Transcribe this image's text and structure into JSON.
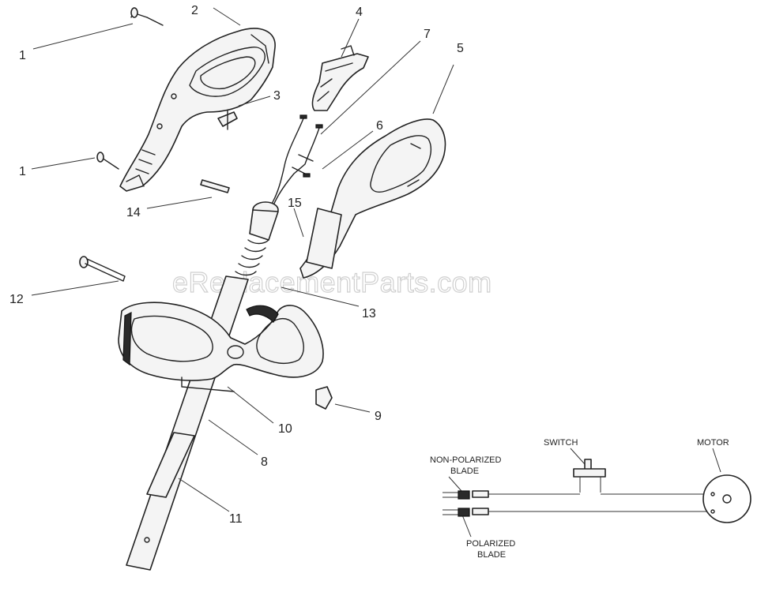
{
  "watermark": "eReplacementParts.com",
  "callouts": {
    "c1a": "1",
    "c1b": "1",
    "c2": "2",
    "c3": "3",
    "c4": "4",
    "c5": "5",
    "c6": "6",
    "c7": "7",
    "c8": "8",
    "c9": "9",
    "c10": "10",
    "c11": "11",
    "c12": "12",
    "c13": "13",
    "c14": "14",
    "c15": "15"
  },
  "wiring": {
    "switch": "SWITCH",
    "motor": "MOTOR",
    "non_polarized_line1": "NON-POLARIZED",
    "non_polarized_line2": "BLADE",
    "polarized_line1": "POLARIZED",
    "polarized_line2": "BLADE"
  }
}
